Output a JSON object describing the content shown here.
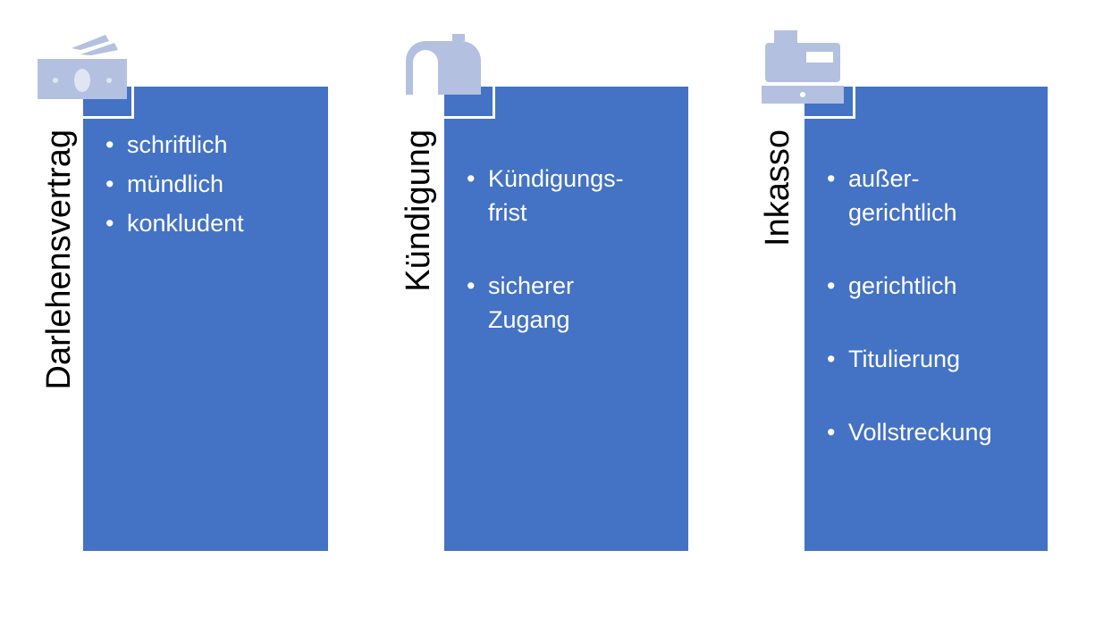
{
  "columns": [
    {
      "title": "Darlehensvertrag",
      "icon": "money-icon",
      "items": [
        "schriftlich",
        "mündlich",
        "konkludent"
      ]
    },
    {
      "title": "Kündigung",
      "icon": "mailbox-icon",
      "items": [
        "Kündigungs-\nfrist",
        "sicherer Zugang"
      ]
    },
    {
      "title": "Inkasso",
      "icon": "cash-register-icon",
      "items": [
        "außer-\ngerichtlich",
        "gerichtlich",
        "Titulierung",
        "Vollstreckung"
      ]
    }
  ],
  "colors": {
    "panel": "#4472c4",
    "icon": "#b4c0e0"
  }
}
